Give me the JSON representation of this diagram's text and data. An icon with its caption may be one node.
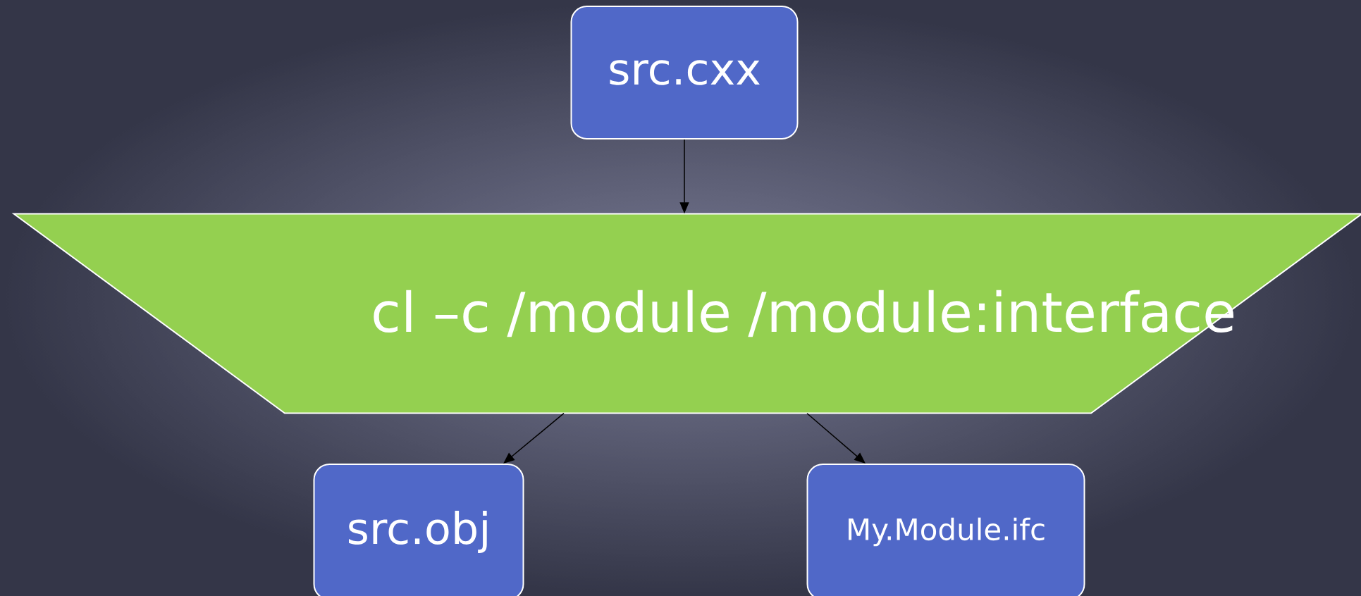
{
  "diagram": {
    "nodes": [
      {
        "text": [
          "src.cxx"
        ]
      },
      {
        "text": [
          "cl –c /module /module:interface"
        ]
      },
      {
        "text": [
          "src.obj"
        ]
      },
      {
        "text": [
          "My.Module.ifc"
        ]
      }
    ],
    "edges": [
      {
        "from": 0,
        "to": 1,
        "arrow": "to"
      },
      {
        "from": 1,
        "to": 2,
        "arrow": "to"
      },
      {
        "from": 1,
        "to": 3,
        "arrow": "to"
      }
    ]
  }
}
